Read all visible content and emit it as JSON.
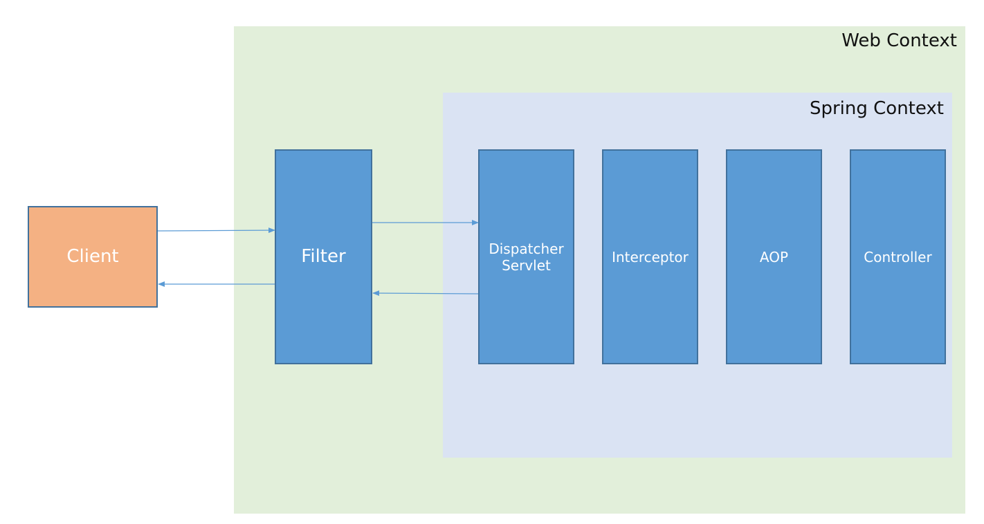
{
  "regions": {
    "web_context": {
      "label": "Web Context",
      "color": "#e2efda"
    },
    "spring_context": {
      "label": "Spring Context",
      "color": "#dae3f3"
    }
  },
  "nodes": {
    "client": {
      "label": "Client",
      "color": "#f4b183"
    },
    "filter": {
      "label": "Filter",
      "color": "#5b9bd5"
    },
    "dispatcher": {
      "line1": "Dispatcher",
      "line2": "Servlet",
      "color": "#5b9bd5"
    },
    "interceptor": {
      "label": "Interceptor",
      "color": "#5b9bd5"
    },
    "aop": {
      "label": "AOP",
      "color": "#5b9bd5"
    },
    "controller": {
      "label": "Controller",
      "color": "#5b9bd5"
    }
  },
  "edges": [
    {
      "from": "client",
      "to": "filter"
    },
    {
      "from": "filter",
      "to": "client"
    },
    {
      "from": "filter",
      "to": "dispatcher"
    },
    {
      "from": "dispatcher",
      "to": "filter"
    }
  ],
  "colors": {
    "arrow": "#5b9bd5",
    "border": "#41719c"
  }
}
